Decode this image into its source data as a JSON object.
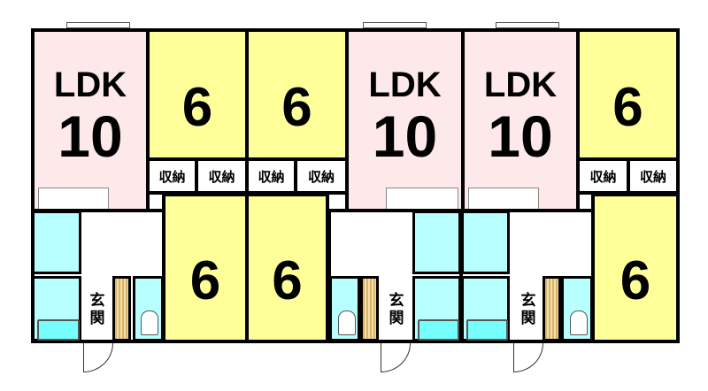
{
  "rooms": {
    "ldk_label": "LDK",
    "ldk_size": "10",
    "western_size": "6",
    "storage": "収納",
    "entrance": "玄関"
  },
  "colors": {
    "ldk": "#fde9e9",
    "western": "#ffff99",
    "wet": "#b8ffff"
  }
}
